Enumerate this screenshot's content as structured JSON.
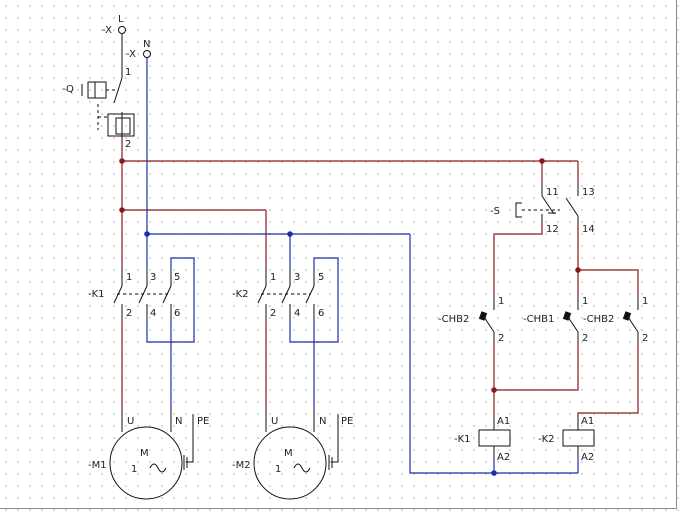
{
  "supply": {
    "L": {
      "tag": "-X",
      "name": "L"
    },
    "N": {
      "tag": "-X",
      "name": "N"
    }
  },
  "breaker": {
    "tag": "-Q",
    "pin_in": "1",
    "pin_out": "2"
  },
  "contactors": [
    {
      "tag": "-K1",
      "pins_top": [
        "1",
        "3",
        "5"
      ],
      "pins_bottom": [
        "2",
        "4",
        "6"
      ]
    },
    {
      "tag": "-K2",
      "pins_top": [
        "1",
        "3",
        "5"
      ],
      "pins_bottom": [
        "2",
        "4",
        "6"
      ]
    }
  ],
  "motors": [
    {
      "tag": "-M1",
      "symbol": "M",
      "phase": "1",
      "terminals": [
        "U",
        "N",
        "PE"
      ]
    },
    {
      "tag": "-M2",
      "symbol": "M",
      "phase": "1",
      "terminals": [
        "U",
        "N",
        "PE"
      ]
    }
  ],
  "selector": {
    "tag": "-S",
    "pins": [
      "11",
      "12",
      "13",
      "14"
    ]
  },
  "interlocks": [
    {
      "tag": "-CHB2",
      "pins": [
        "1",
        "2"
      ]
    },
    {
      "tag": "-CHB1",
      "pins": [
        "1",
        "2"
      ]
    },
    {
      "tag": "-CHB2",
      "pins": [
        "1",
        "2"
      ]
    }
  ],
  "coils": [
    {
      "tag": "-K1",
      "pins": [
        "A1",
        "A2"
      ]
    },
    {
      "tag": "-K2",
      "pins": [
        "A1",
        "A2"
      ]
    }
  ],
  "colors": {
    "phase": "#8b1a1a",
    "neutral": "#1a2fa8",
    "symbols": "#111111"
  }
}
